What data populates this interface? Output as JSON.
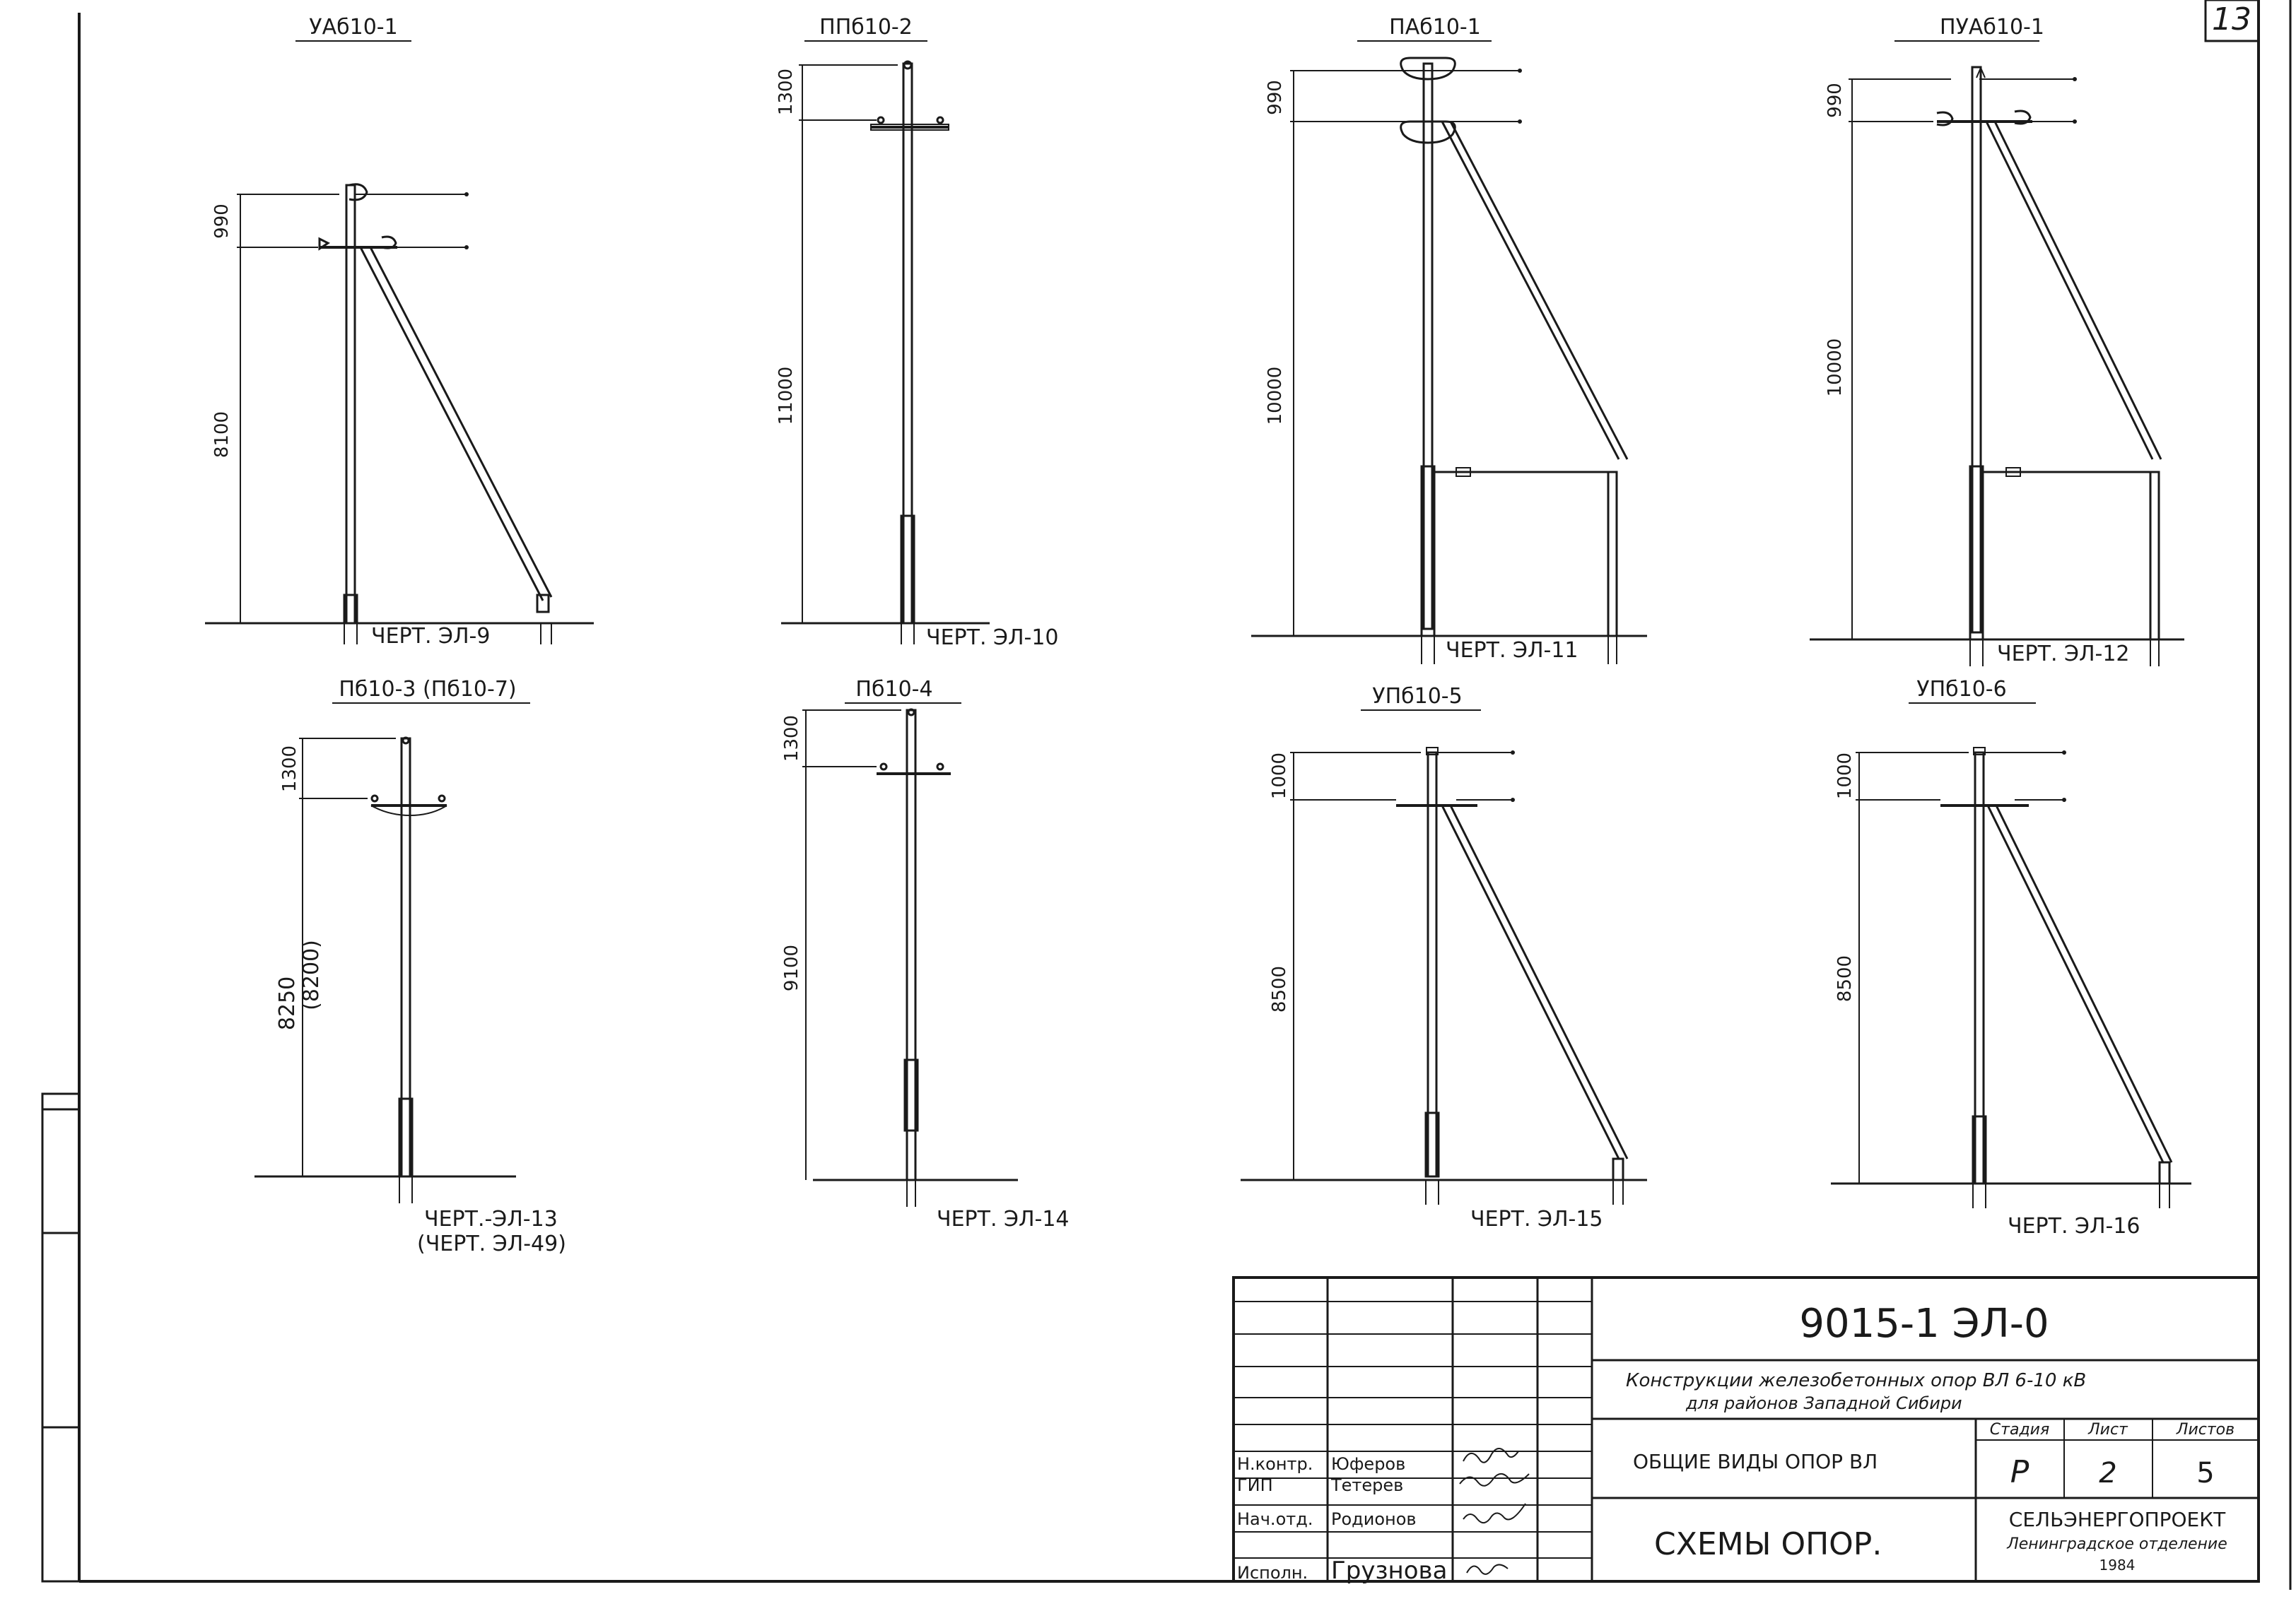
{
  "sheet_number": "13",
  "supports": [
    {
      "id": "s1",
      "title": "УАб10-1",
      "drawing_ref": "ЧЕРТ. ЭЛ-9",
      "drawing_ref_alt": "",
      "dims": [
        "990",
        "8100"
      ],
      "type": "angle"
    },
    {
      "id": "s2",
      "title": "ППб10-2",
      "drawing_ref": "ЧЕРТ. ЭЛ-10",
      "drawing_ref_alt": "",
      "dims": [
        "1300",
        "11000"
      ],
      "type": "straight"
    },
    {
      "id": "s3",
      "title": "ПАб10-1",
      "drawing_ref": "ЧЕРТ. ЭЛ-11",
      "drawing_ref_alt": "",
      "dims": [
        "990",
        "10000"
      ],
      "type": "anchor"
    },
    {
      "id": "s4",
      "title": "ПУАб10-1",
      "drawing_ref": "ЧЕРТ. ЭЛ-12",
      "drawing_ref_alt": "",
      "dims": [
        "990",
        "10000"
      ],
      "type": "anchor"
    },
    {
      "id": "s5",
      "title": "Пб10-3 (Пб10-7)",
      "drawing_ref": "ЧЕРТ.-ЭЛ-13",
      "drawing_ref_alt": "(ЧЕРТ. ЭЛ-49)",
      "dims": [
        "1300",
        "8250",
        "(8200)"
      ],
      "type": "straight"
    },
    {
      "id": "s6",
      "title": "Пб10-4",
      "drawing_ref": "ЧЕРТ. ЭЛ-14",
      "drawing_ref_alt": "",
      "dims": [
        "1300",
        "9100"
      ],
      "type": "straight"
    },
    {
      "id": "s7",
      "title": "УПб10-5",
      "drawing_ref": "ЧЕРТ. ЭЛ-15",
      "drawing_ref_alt": "",
      "dims": [
        "1000",
        "8500"
      ],
      "type": "angle"
    },
    {
      "id": "s8",
      "title": "УПб10-6",
      "drawing_ref": "ЧЕРТ. ЭЛ-16",
      "drawing_ref_alt": "",
      "dims": [
        "1000",
        "8500"
      ],
      "type": "angle"
    }
  ],
  "title_block": {
    "code": "9015-1 ЭЛ-0",
    "project_line1": "Конструкции железобетонных опор ВЛ 6-10 кВ",
    "project_line2": "для районов Западной Сибири",
    "sheet_title": "ОБЩИЕ ВИДЫ ОПОР ВЛ",
    "scheme_title": "СХЕМЫ ОПОР.",
    "stage_label": "Стадия",
    "sheet_label": "Лист",
    "sheets_label": "Листов",
    "stage": "Р",
    "sheet": "2",
    "sheets": "5",
    "org_name": "СЕЛЬЭНЕРГОПРОЕКТ",
    "org_branch_1": "Ленинградское отделение",
    "org_branch_2": "1984",
    "signatures": [
      {
        "role": "Н.контр.",
        "name": "Юферов"
      },
      {
        "role": "ГИП",
        "name": "Тетерев"
      },
      {
        "role": "Нач.отд.",
        "name": "Родионов"
      },
      {
        "role": "Исполн.",
        "name": "Грузнова"
      }
    ]
  }
}
